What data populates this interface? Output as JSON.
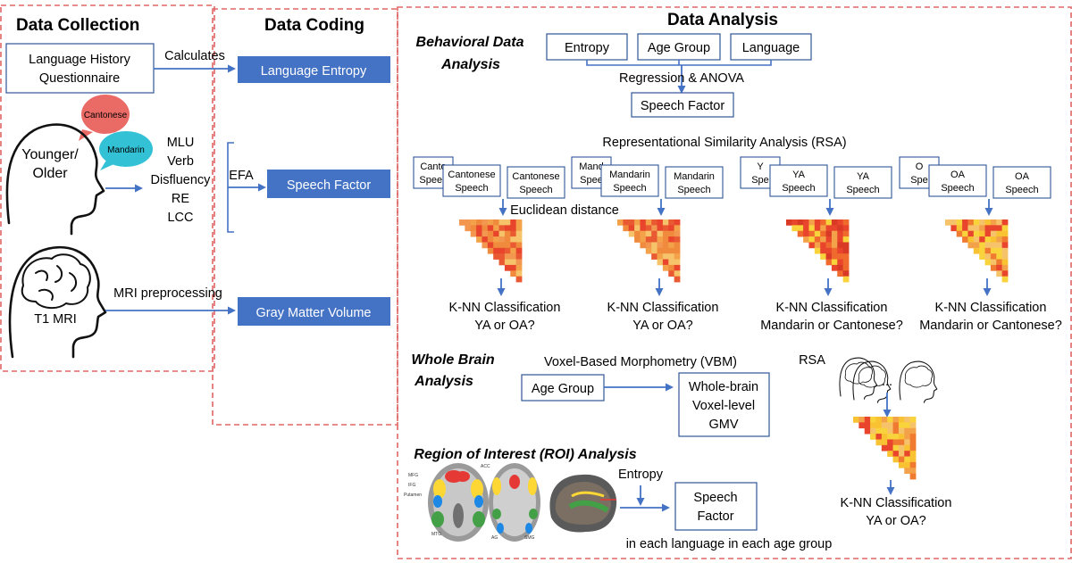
{
  "panels": {
    "collection_title": "Data Collection",
    "coding_title": "Data Coding",
    "analysis_title": "Data Analysis"
  },
  "collection": {
    "questionnaire": [
      "Language History",
      "Questionnaire"
    ],
    "calculates": "Calculates",
    "bubble_cantonese": "Cantonese",
    "bubble_mandarin": "Mandarin",
    "participants": [
      "Younger/",
      "Older"
    ],
    "measures": [
      "MLU",
      "Verb",
      "Disfluency",
      "RE",
      "LCC"
    ],
    "mri_label": "T1 MRI",
    "mri_preprocessing": "MRI preprocessing"
  },
  "coding": {
    "language_entropy": "Language Entropy",
    "efa": "EFA",
    "speech_factor": "Speech Factor",
    "gray_matter_volume": "Gray Matter Volume"
  },
  "behavioral": {
    "title": [
      "Behavioral Data",
      "Analysis"
    ],
    "vars": [
      "Entropy",
      "Age Group",
      "Language"
    ],
    "method": "Regression & ANOVA",
    "outcome": "Speech Factor"
  },
  "rsa": {
    "title": "Representational Similarity Analysis (RSA)",
    "distance": "Euclidean distance",
    "groups": [
      {
        "back": [
          "Canto",
          "Speec"
        ],
        "front": [
          "Cantonese",
          "Speech"
        ],
        "last": [
          "Cantonese",
          "Speech"
        ],
        "result": [
          "K-NN Classification",
          "YA or OA?"
        ],
        "variant": "orange"
      },
      {
        "back": [
          "Mand",
          "Spee"
        ],
        "front": [
          "Mandarin",
          "Speech"
        ],
        "last": [
          "Mandarin",
          "Speech"
        ],
        "result": [
          "K-NN Classification",
          "YA or OA?"
        ],
        "variant": "orange"
      },
      {
        "back": [
          "Y",
          "Spe"
        ],
        "front": [
          "YA",
          "Speech"
        ],
        "last": [
          "YA",
          "Speech"
        ],
        "result": [
          "K-NN Classification",
          "Mandarin or Cantonese?"
        ],
        "variant": "red"
      },
      {
        "back": [
          "O",
          "Spe"
        ],
        "front": [
          "OA",
          "Speech"
        ],
        "last": [
          "OA",
          "Speech"
        ],
        "result": [
          "K-NN Classification",
          "Mandarin or Cantonese?"
        ],
        "variant": "yellow"
      }
    ],
    "ellipsis": "..."
  },
  "whole_brain": {
    "title": [
      "Whole Brain",
      "Analysis"
    ],
    "vbm": "Voxel-Based Morphometry (VBM)",
    "input": "Age Group",
    "output": [
      "Whole-brain",
      "Voxel-level",
      "GMV"
    ],
    "rsa_label": "RSA",
    "ellipsis": "...",
    "result": [
      "K-NN Classification",
      "YA or OA?"
    ]
  },
  "roi": {
    "title": "Region of Interest (ROI) Analysis",
    "entropy": "Entropy",
    "outcome": [
      "Speech",
      "Factor"
    ],
    "footer": "in each language in each age group",
    "brain_labels": [
      "MFG",
      "IFG",
      "Putamen",
      "ACC",
      "MTG",
      "SMG",
      "AG"
    ]
  },
  "colors": {
    "accent_blue": "#4472c4",
    "dashed_border": "#e06666",
    "heatmap_red": "#e8452c",
    "heatmap_orange": "#f08a3c",
    "heatmap_yellow": "#f9d33c"
  }
}
